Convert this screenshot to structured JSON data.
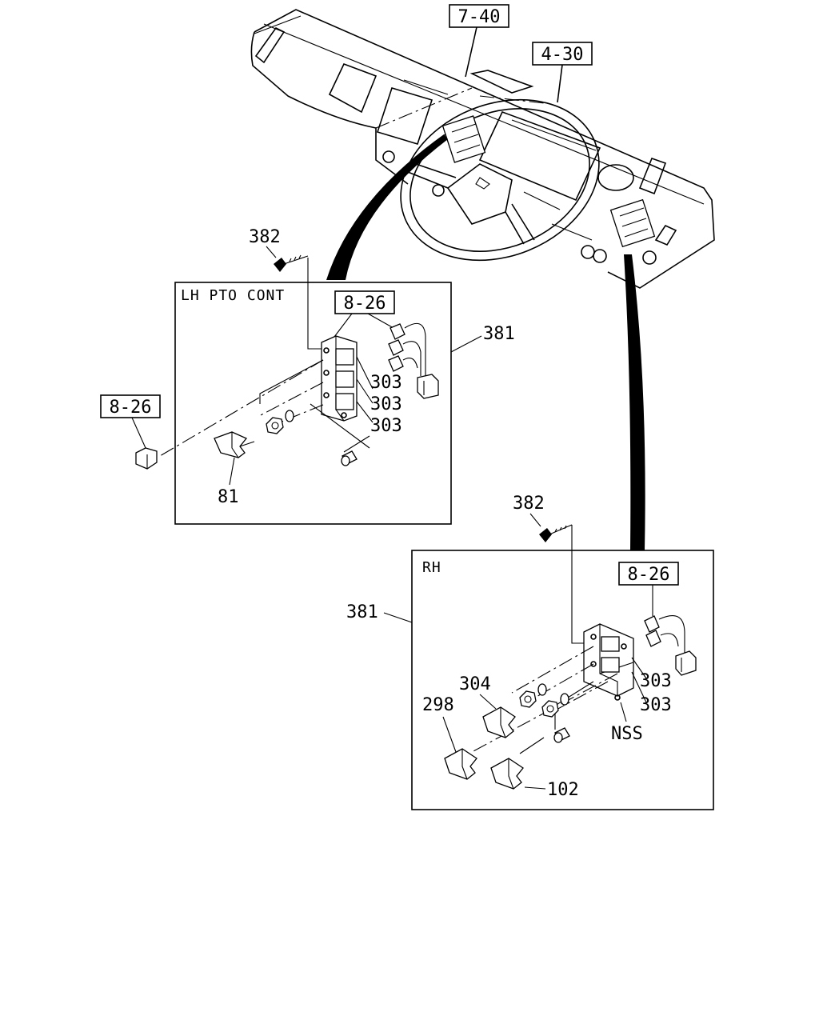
{
  "refs": {
    "top_left": "7-40",
    "top_right": "4-30",
    "lh_box": "8-26",
    "left_outer": "8-26",
    "rh_box": "8-26"
  },
  "lh_box": {
    "title": "LH PTO CONT",
    "callouts": {
      "screw": "382",
      "assembly": "381",
      "switch_1": "303",
      "switch_2": "303",
      "switch_3": "303",
      "knob": "81"
    }
  },
  "rh_box": {
    "title": "RH",
    "callouts": {
      "screw": "382",
      "assembly": "381",
      "switch_1": "303",
      "switch_2": "303",
      "knob_upper": "304",
      "knob_left": "298",
      "nss": "NSS",
      "knob_lower": "102"
    }
  }
}
